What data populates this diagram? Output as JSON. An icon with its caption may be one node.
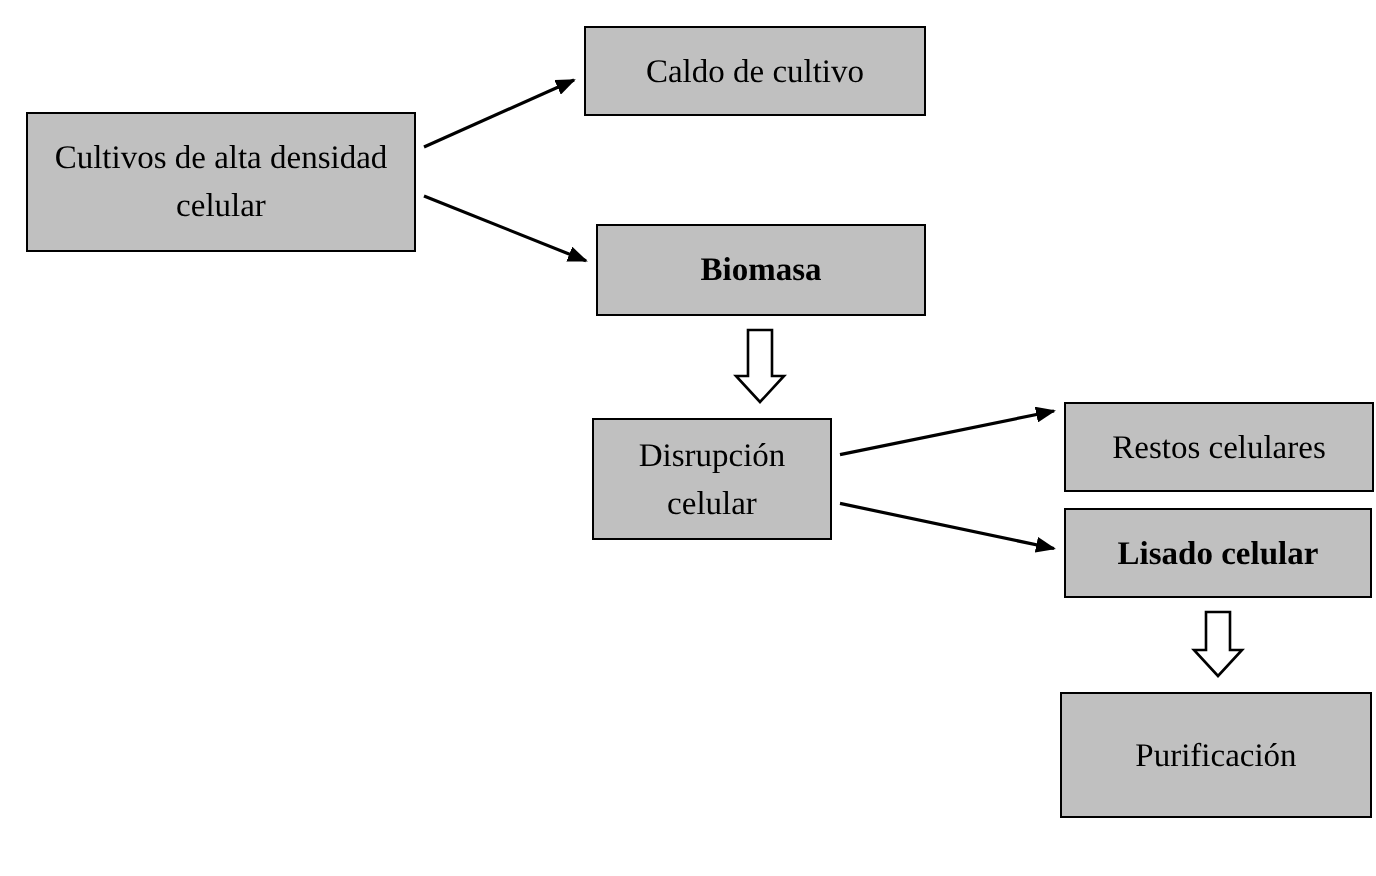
{
  "diagram": {
    "nodes": [
      {
        "text": [
          "Cultivos de alta densidad celular"
        ]
      },
      {
        "text": [
          "Caldo de cultivo"
        ]
      },
      {
        "text": [
          "Biomasa"
        ]
      },
      {
        "text": [
          "Disrupción celular"
        ]
      },
      {
        "text": [
          "Restos celulares"
        ]
      },
      {
        "text": [
          "Lisado celular"
        ]
      },
      {
        "text": [
          "Purificación"
        ]
      }
    ],
    "edges": [
      {
        "from": 0,
        "to": 1,
        "arrow": "to"
      },
      {
        "from": 0,
        "to": 2,
        "arrow": "to"
      },
      {
        "from": 2,
        "to": 3,
        "arrow": "to",
        "style": "thick"
      },
      {
        "from": 3,
        "to": 4,
        "arrow": "to"
      },
      {
        "from": 3,
        "to": 5,
        "arrow": "to"
      },
      {
        "from": 5,
        "to": 6,
        "arrow": "to",
        "style": "thick"
      }
    ]
  }
}
